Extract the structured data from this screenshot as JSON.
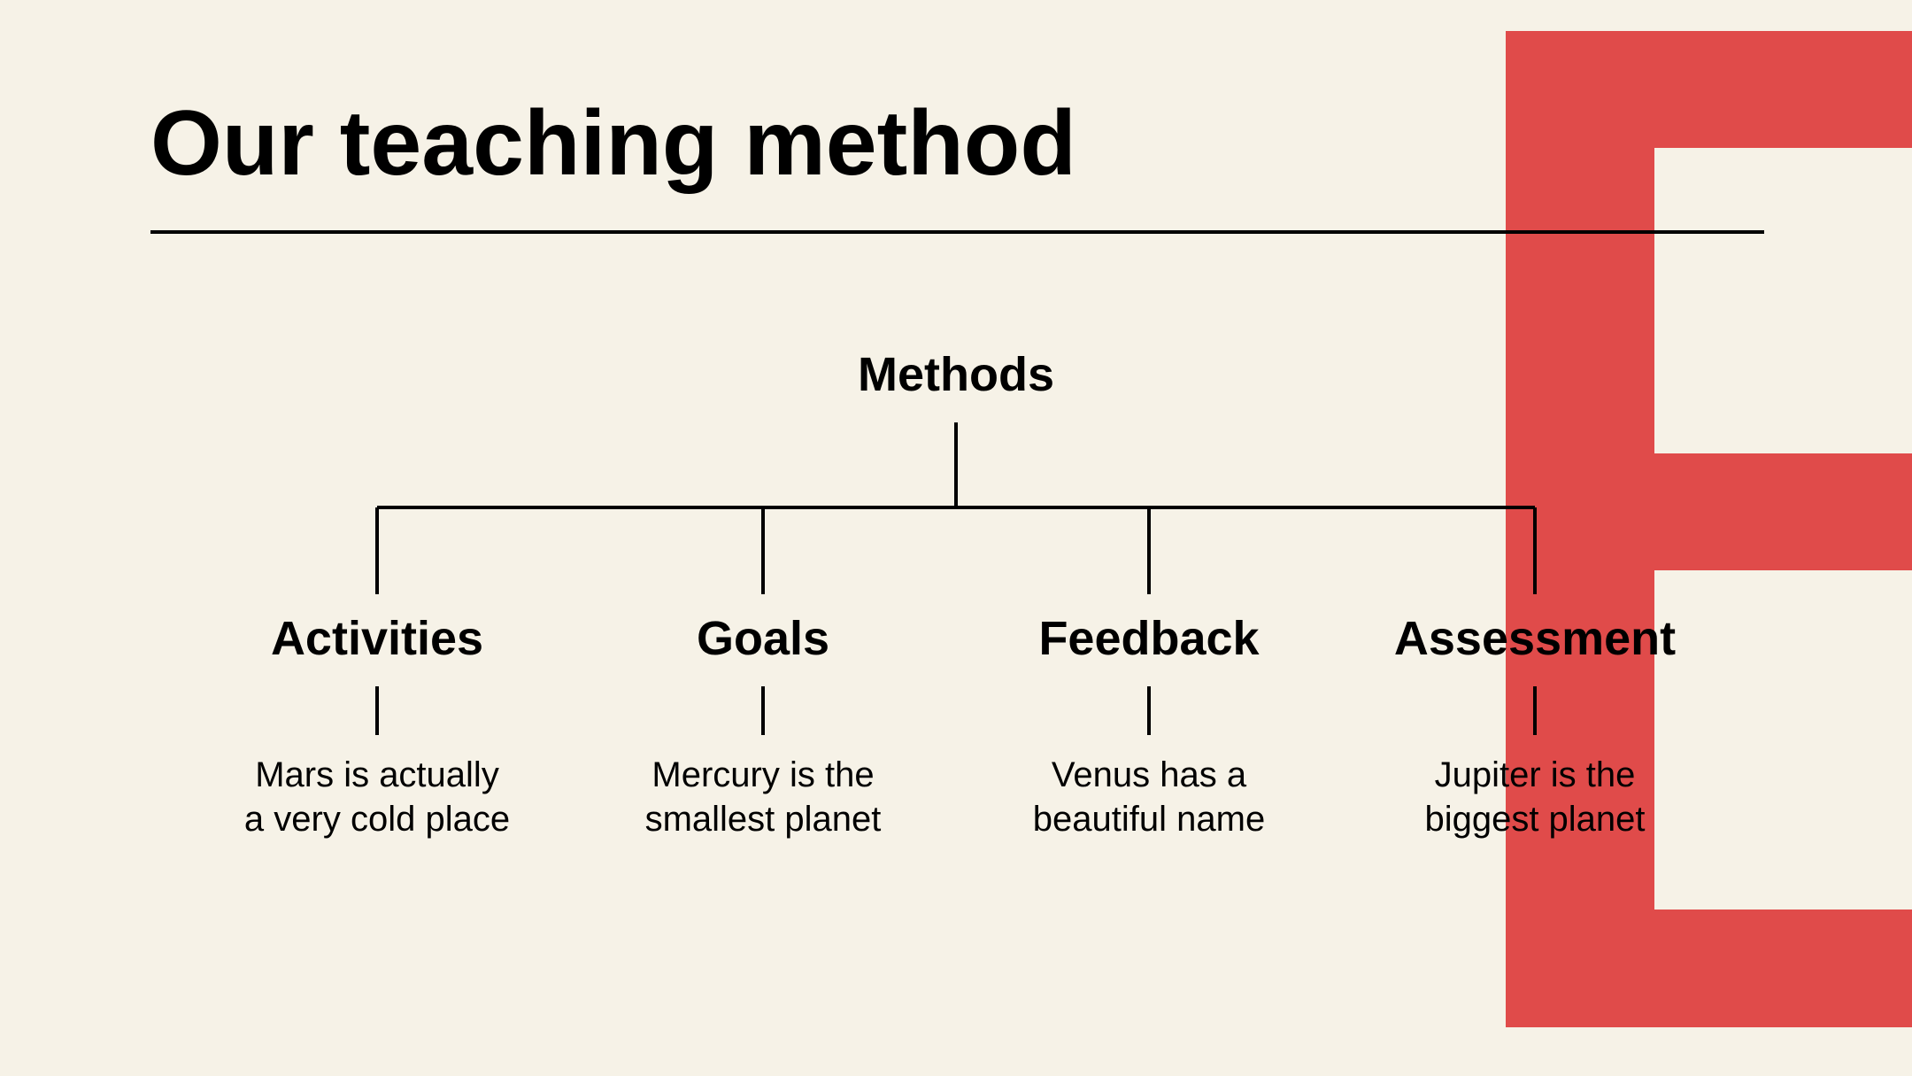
{
  "slide": {
    "title": "Our teaching method",
    "background_color": "#F6F2E7",
    "accent_color": "#E04B4A"
  },
  "diagram": {
    "root": "Methods",
    "branches": [
      {
        "title": "Activities",
        "lines": [
          "Mars is actually",
          "a very cold place"
        ]
      },
      {
        "title": "Goals",
        "lines": [
          "Mercury is the",
          "smallest planet"
        ]
      },
      {
        "title": "Feedback",
        "lines": [
          "Venus has a",
          "beautiful name"
        ]
      },
      {
        "title": "Assessment",
        "lines": [
          "Jupiter is the",
          "biggest planet"
        ]
      }
    ]
  }
}
